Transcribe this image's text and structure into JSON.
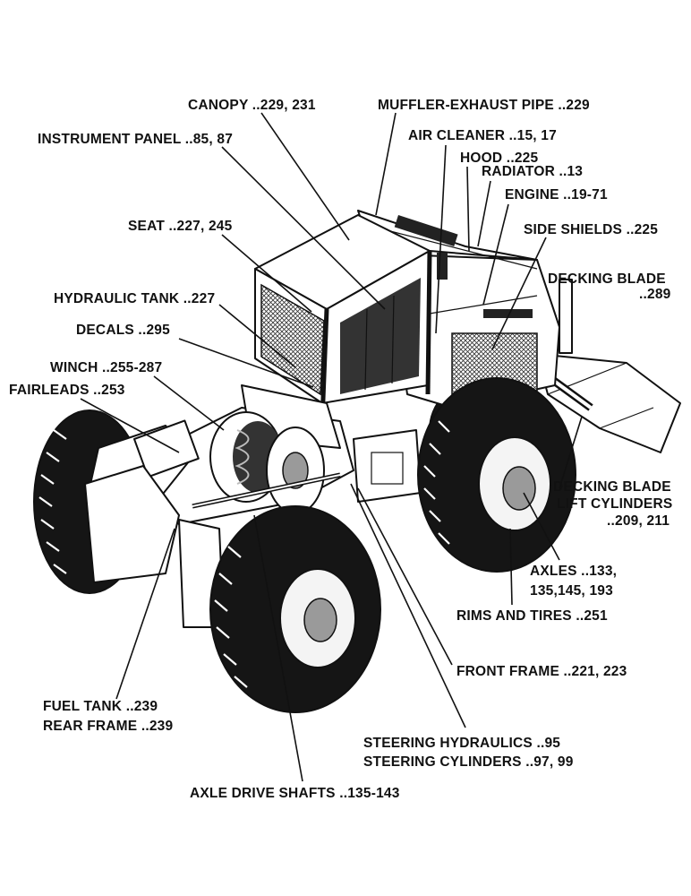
{
  "labels": {
    "canopy": "CANOPY ..229, 231",
    "muffler": "MUFFLER-EXHAUST PIPE ..229",
    "instrument_panel": "INSTRUMENT PANEL ..85, 87",
    "air_cleaner": "AIR CLEANER ..15, 17",
    "hood": "HOOD ..225",
    "radiator": "RADIATOR ..13",
    "engine": "ENGINE ..19-71",
    "seat": "SEAT ..227, 245",
    "side_shields": "SIDE SHIELDS ..225",
    "decking_blade_1": "DECKING BLADE",
    "decking_blade_2": "..289",
    "hydraulic_tank": "HYDRAULIC TANK ..227",
    "decals": "DECALS ..295",
    "winch": "WINCH ..255-287",
    "fairleads": "FAIRLEADS ..253",
    "lift_cyl_1": "DECKING BLADE",
    "lift_cyl_2": "LIFT CYLINDERS",
    "lift_cyl_3": "..209, 211",
    "axles_1": "AXLES ..133,",
    "axles_2": "135,145, 193",
    "rims_tires": "RIMS AND TIRES ..251",
    "front_frame": "FRONT FRAME ..221, 223",
    "fuel_tank": "FUEL TANK ..239",
    "rear_frame": "REAR FRAME ..239",
    "steering_hydraulics": "STEERING HYDRAULICS ..95",
    "steering_cylinders": "STEERING CYLINDERS ..97, 99",
    "axle_drive_shafts": "AXLE DRIVE SHAFTS ..135-143"
  },
  "colors": {
    "ink": "#111111",
    "background": "#ffffff"
  }
}
